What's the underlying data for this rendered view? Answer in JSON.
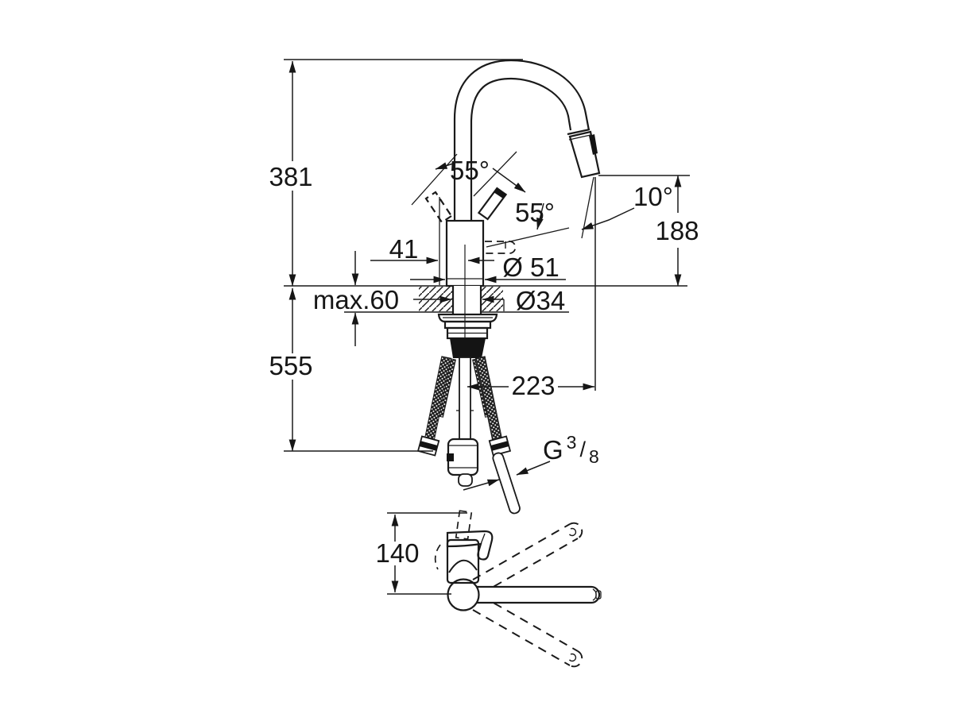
{
  "drawing": {
    "title": "faucet-installation-dimension-diagram",
    "dimensions": {
      "overall_height": "381",
      "height_below_counter": "555",
      "counter_thickness": "max.60",
      "handle_offset": "41",
      "body_diameter": "Ø 51",
      "hole_diameter": "Ø34",
      "spout_reach": "223",
      "outlet_height": "188",
      "outlet_angle": "10°",
      "handle_angle_open": "55°",
      "handle_angle_swing": "55°",
      "top_view_depth": "140",
      "thread_prefix": "G",
      "thread_numerator": "3",
      "thread_divider": "/",
      "thread_denominator": "8"
    },
    "colors": {
      "line": "#1a1a1a",
      "text": "#161616",
      "background": "#ffffff"
    }
  }
}
